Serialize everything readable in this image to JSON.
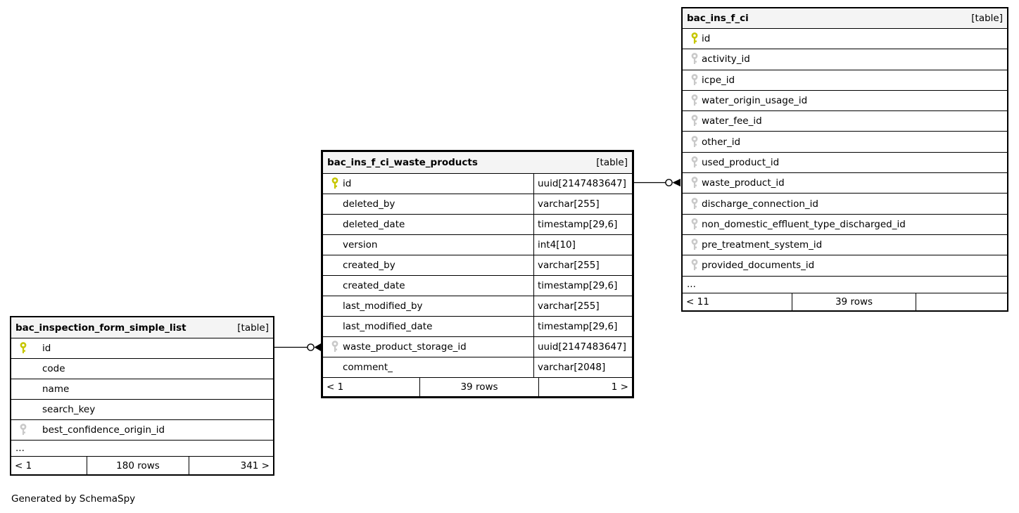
{
  "note": "Generated by SchemaSpy",
  "colors": {
    "primary_key_icon": "#c6c600",
    "foreign_key_icon": "#c9c9c9",
    "header_background": "#f4f4f4",
    "border": "#000000"
  },
  "tables": [
    {
      "name": "bac_inspection_form_simple_list",
      "tag": "[table]",
      "rows": [
        {
          "name": "id",
          "key": "pk",
          "type": ""
        },
        {
          "name": "code",
          "key": "",
          "type": ""
        },
        {
          "name": "name",
          "key": "",
          "type": ""
        },
        {
          "name": "search_key",
          "key": "",
          "type": ""
        },
        {
          "name": "best_confidence_origin_id",
          "key": "fk",
          "type": ""
        }
      ],
      "ellipsis": "...",
      "footer": {
        "prev": "< 1",
        "count": "180 rows",
        "next": "341 >"
      }
    },
    {
      "name": "bac_ins_f_ci_waste_products",
      "tag": "[table]",
      "rows": [
        {
          "name": "id",
          "key": "pk",
          "type": "uuid[2147483647]"
        },
        {
          "name": "deleted_by",
          "key": "",
          "type": "varchar[255]"
        },
        {
          "name": "deleted_date",
          "key": "",
          "type": "timestamp[29,6]"
        },
        {
          "name": "version",
          "key": "",
          "type": "int4[10]"
        },
        {
          "name": "created_by",
          "key": "",
          "type": "varchar[255]"
        },
        {
          "name": "created_date",
          "key": "",
          "type": "timestamp[29,6]"
        },
        {
          "name": "last_modified_by",
          "key": "",
          "type": "varchar[255]"
        },
        {
          "name": "last_modified_date",
          "key": "",
          "type": "timestamp[29,6]"
        },
        {
          "name": "waste_product_storage_id",
          "key": "fk",
          "type": "uuid[2147483647]"
        },
        {
          "name": "comment_",
          "key": "",
          "type": "varchar[2048]"
        }
      ],
      "ellipsis": "",
      "footer": {
        "prev": "< 1",
        "count": "39 rows",
        "next": "1 >"
      }
    },
    {
      "name": "bac_ins_f_ci",
      "tag": "[table]",
      "rows": [
        {
          "name": "id",
          "key": "pk",
          "type": ""
        },
        {
          "name": "activity_id",
          "key": "fk",
          "type": ""
        },
        {
          "name": "icpe_id",
          "key": "fk",
          "type": ""
        },
        {
          "name": "water_origin_usage_id",
          "key": "fk",
          "type": ""
        },
        {
          "name": "water_fee_id",
          "key": "fk",
          "type": ""
        },
        {
          "name": "other_id",
          "key": "fk",
          "type": ""
        },
        {
          "name": "used_product_id",
          "key": "fk",
          "type": ""
        },
        {
          "name": "waste_product_id",
          "key": "fk",
          "type": ""
        },
        {
          "name": "discharge_connection_id",
          "key": "fk",
          "type": ""
        },
        {
          "name": "non_domestic_effluent_type_discharged_id",
          "key": "fk",
          "type": ""
        },
        {
          "name": "pre_treatment_system_id",
          "key": "fk",
          "type": ""
        },
        {
          "name": "provided_documents_id",
          "key": "fk",
          "type": ""
        }
      ],
      "ellipsis": "...",
      "footer": {
        "prev": "< 11",
        "count": "39 rows",
        "next": ""
      }
    }
  ],
  "relationships": [
    {
      "pk_table": "bac_inspection_form_simple_list",
      "pk_column": "id",
      "fk_table": "bac_ins_f_ci_waste_products",
      "fk_column": "waste_product_storage_id"
    },
    {
      "pk_table": "bac_ins_f_ci_waste_products",
      "pk_column": "id",
      "fk_table": "bac_ins_f_ci",
      "fk_column": "waste_product_id"
    }
  ]
}
